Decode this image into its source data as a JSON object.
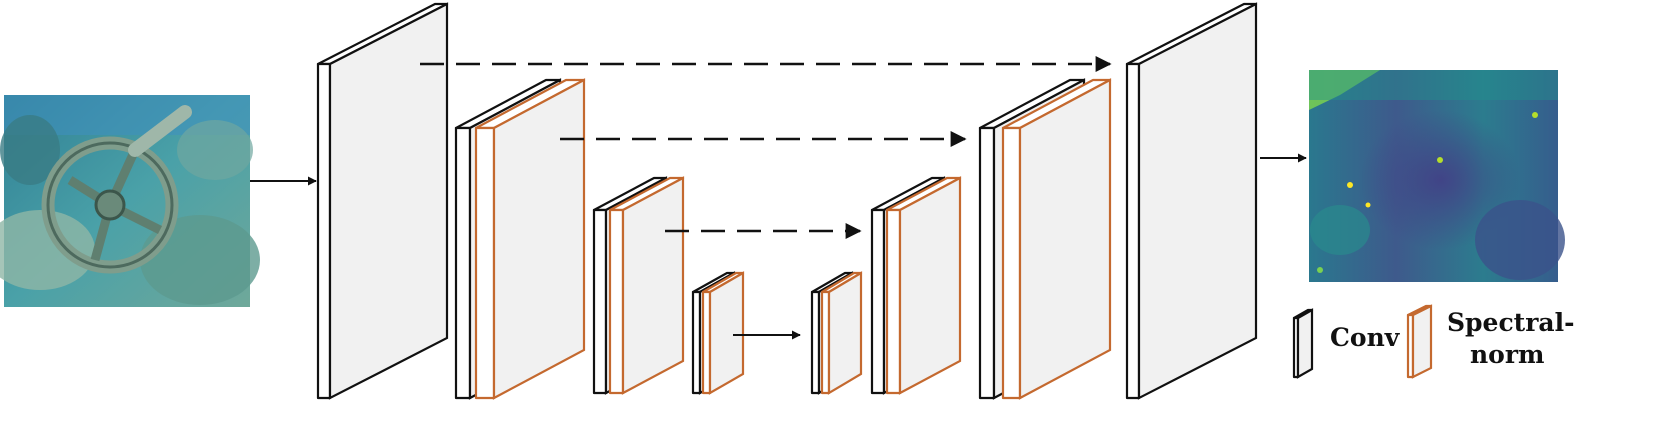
{
  "diagram": {
    "legend": {
      "conv_label": "Conv",
      "spectral_norm_label_line1": "Spectral-",
      "spectral_norm_label_line2": "norm"
    },
    "input_image": {
      "description": "underwater photo of a ship wheel",
      "icon": "underwater-photo"
    },
    "output_image": {
      "description": "viridis colormap output",
      "icon": "colormap-output"
    },
    "colors": {
      "conv_stroke": "#111111",
      "spectral_norm_stroke": "#c4692f",
      "face_fill": "#f1f1f1"
    }
  }
}
